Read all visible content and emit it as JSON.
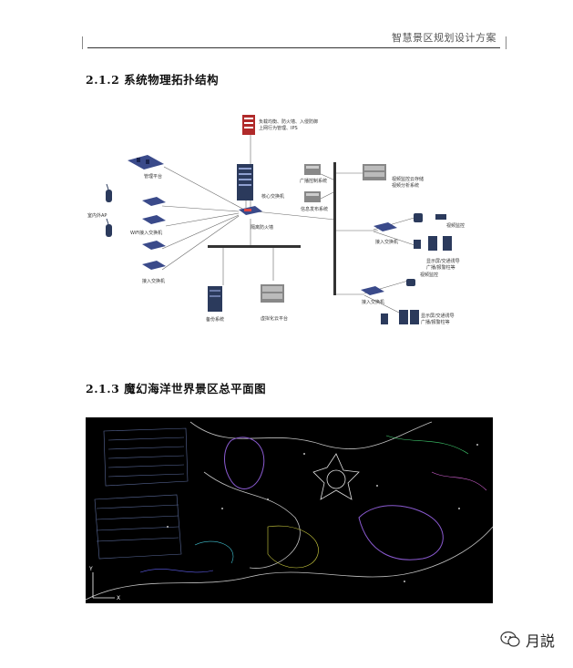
{
  "header": {
    "title": "智慧景区规划设计方案"
  },
  "sections": [
    {
      "number": "2.1.2",
      "title": "系统物理拓扑结构"
    },
    {
      "number": "2.1.3",
      "title": "魔幻海洋世界景区总平面图"
    }
  ],
  "topology": {
    "firewall_top_note_1": "负载均衡、防火墙、入侵防御",
    "firewall_top_note_2": "上网行为管理、IPS",
    "mgmt_platform": "管理平台",
    "core_switch": "核心交换机",
    "isolation_firewall": "隔离防火墙",
    "indoor_ap": "室内外AP",
    "wifi_access_switch": "WiFi接入交换机",
    "access_switch_left": "接入交换机",
    "backup_system": "备份系统",
    "cloud_platform": "虚拟化云平台",
    "broadcast_system": "广播控制系统",
    "info_release": "信息发布系统",
    "video_storage_1": "视频监控云存储",
    "video_storage_2": "视频分析系统",
    "access_switch_r1": "接入交换机",
    "video_monitor_1": "视频监控",
    "display_1a": "显示屏/交通诱导",
    "display_1b": "广播/报警柱等",
    "access_switch_r2": "接入交换机",
    "video_monitor_2": "视频监控",
    "display_2a": "显示屏/交通诱导",
    "display_2b": "广播/报警柱等"
  },
  "plan": {
    "axis_y": "Y",
    "axis_x": "X"
  },
  "watermark": {
    "text": "月説"
  },
  "colors": {
    "rack": "#2b3a5c",
    "switch": "#3a4a8a",
    "firewall": "#b02a2a",
    "cad_bg": "#000000"
  }
}
